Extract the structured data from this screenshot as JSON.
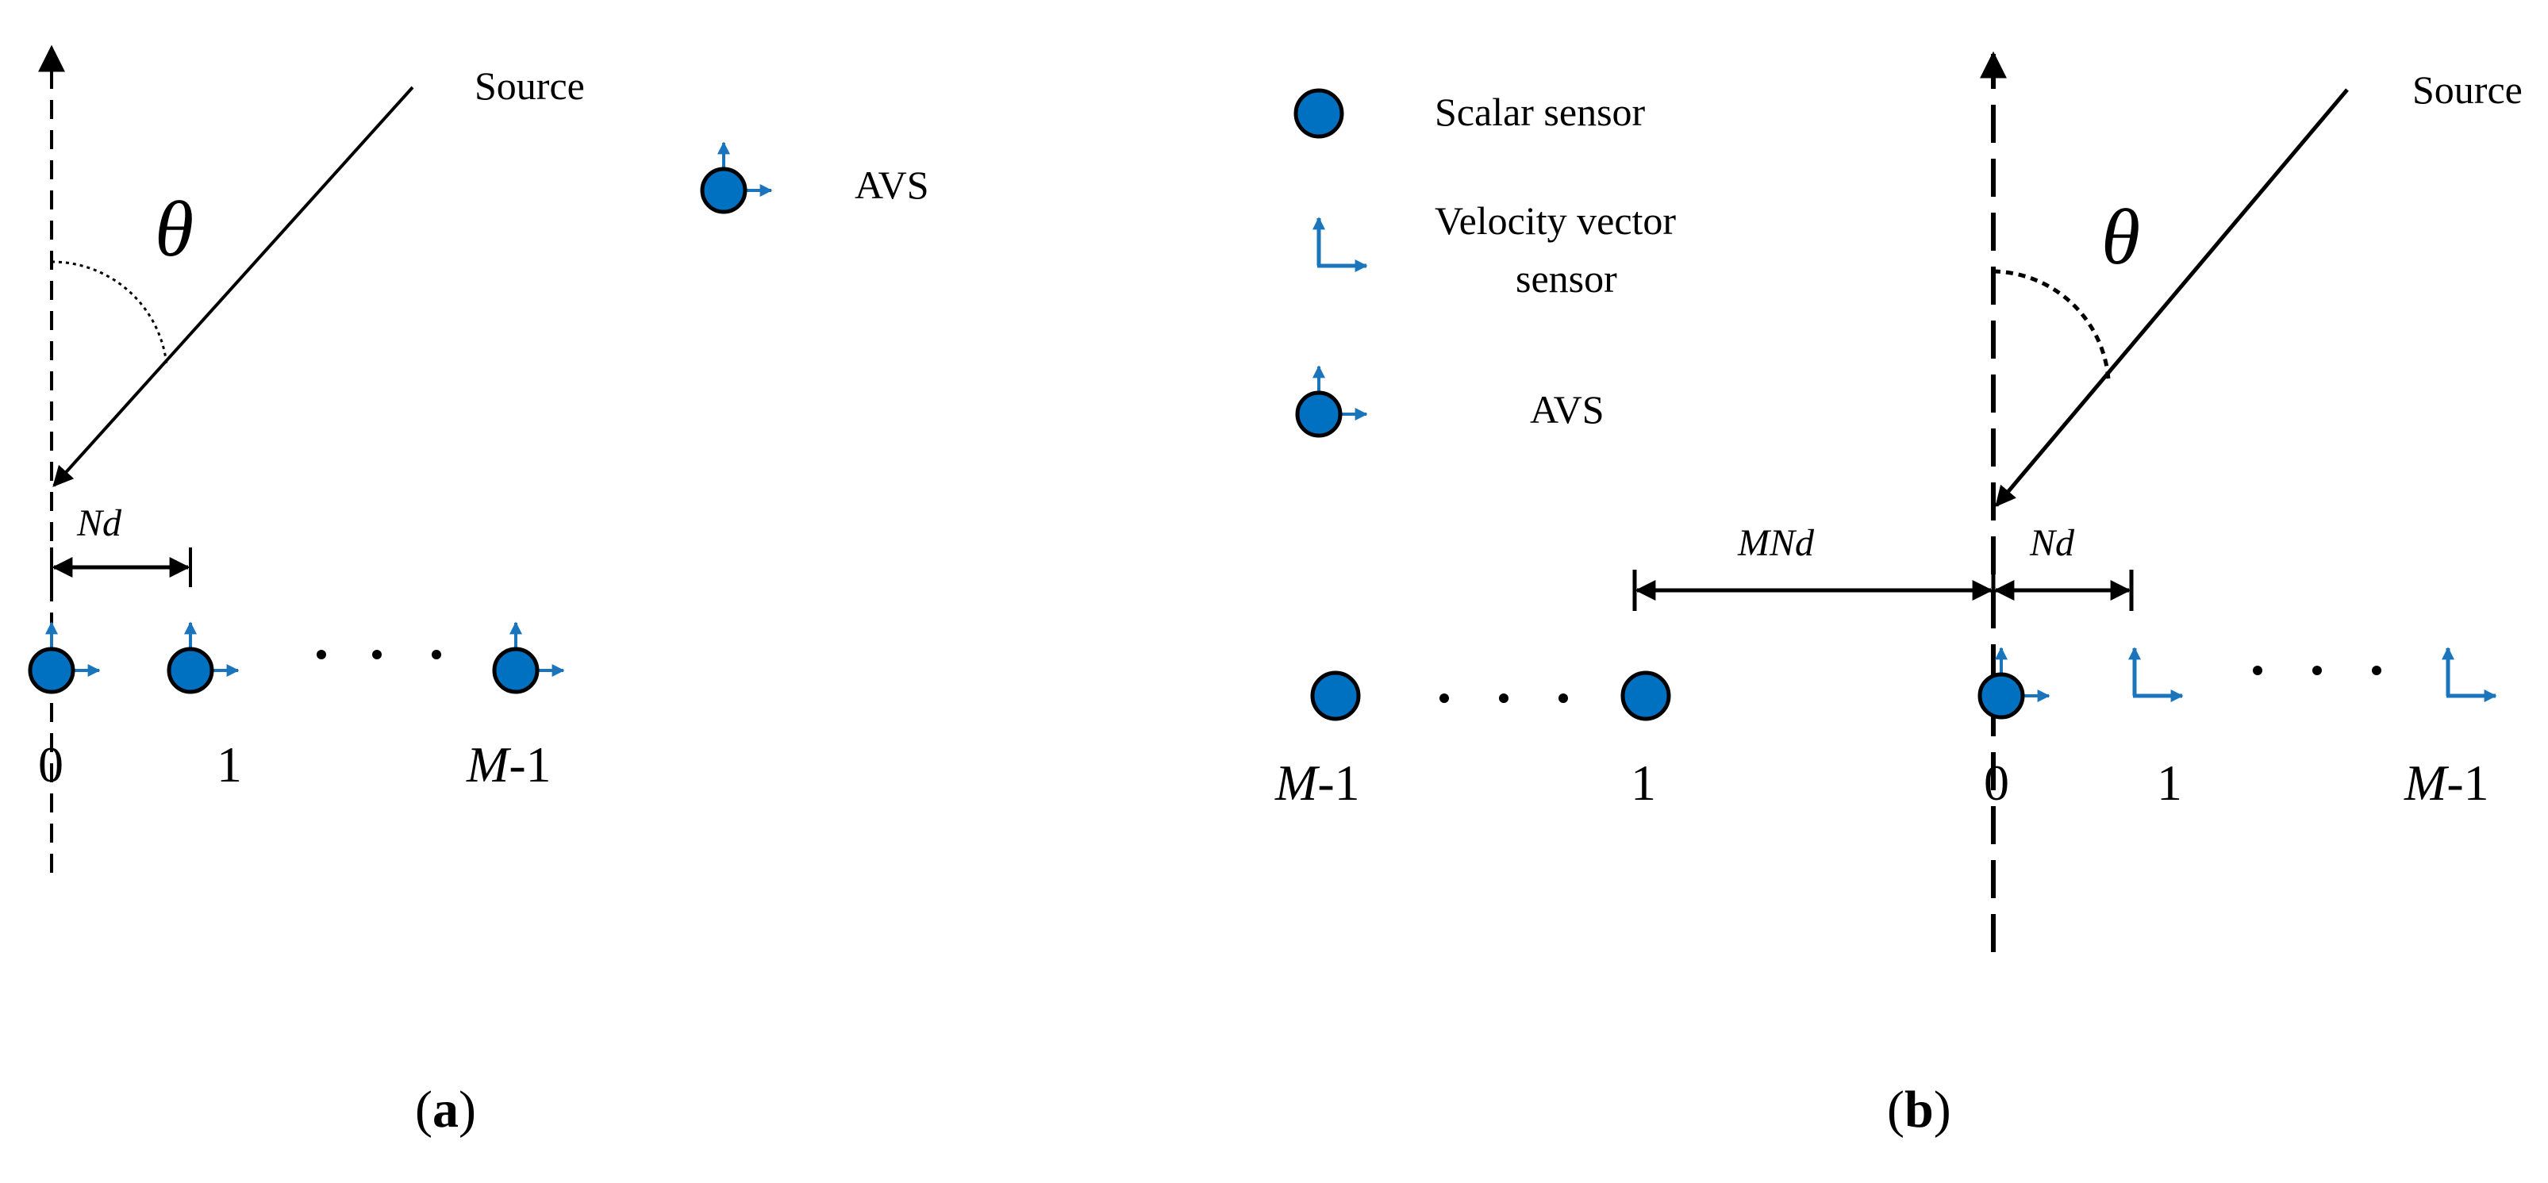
{
  "colors": {
    "sensor_fill": "#0070c0",
    "sensor_stroke": "#000000",
    "arrow_blue": "#1b75bc",
    "line": "#000000"
  },
  "panel_a": {
    "source_label": "Source",
    "angle_label": "θ",
    "spacing_label": "Nd",
    "legend_avs_label": "AVS",
    "index_labels": [
      "0",
      "1",
      "M-1"
    ],
    "ellipsis": "· · ·",
    "caption": "(a)"
  },
  "panel_b": {
    "source_label": "Source",
    "angle_label": "θ",
    "spacing_left_label": "MNd",
    "spacing_right_label": "Nd",
    "legend": {
      "scalar": "Scalar sensor",
      "velocity_line1": "Velocity vector",
      "velocity_line2": "sensor",
      "avs": "AVS"
    },
    "left_index_labels": [
      "M-1",
      "1"
    ],
    "right_index_labels": [
      "0",
      "1",
      "M-1"
    ],
    "ellipsis": "· · ·",
    "caption": "(b)"
  }
}
